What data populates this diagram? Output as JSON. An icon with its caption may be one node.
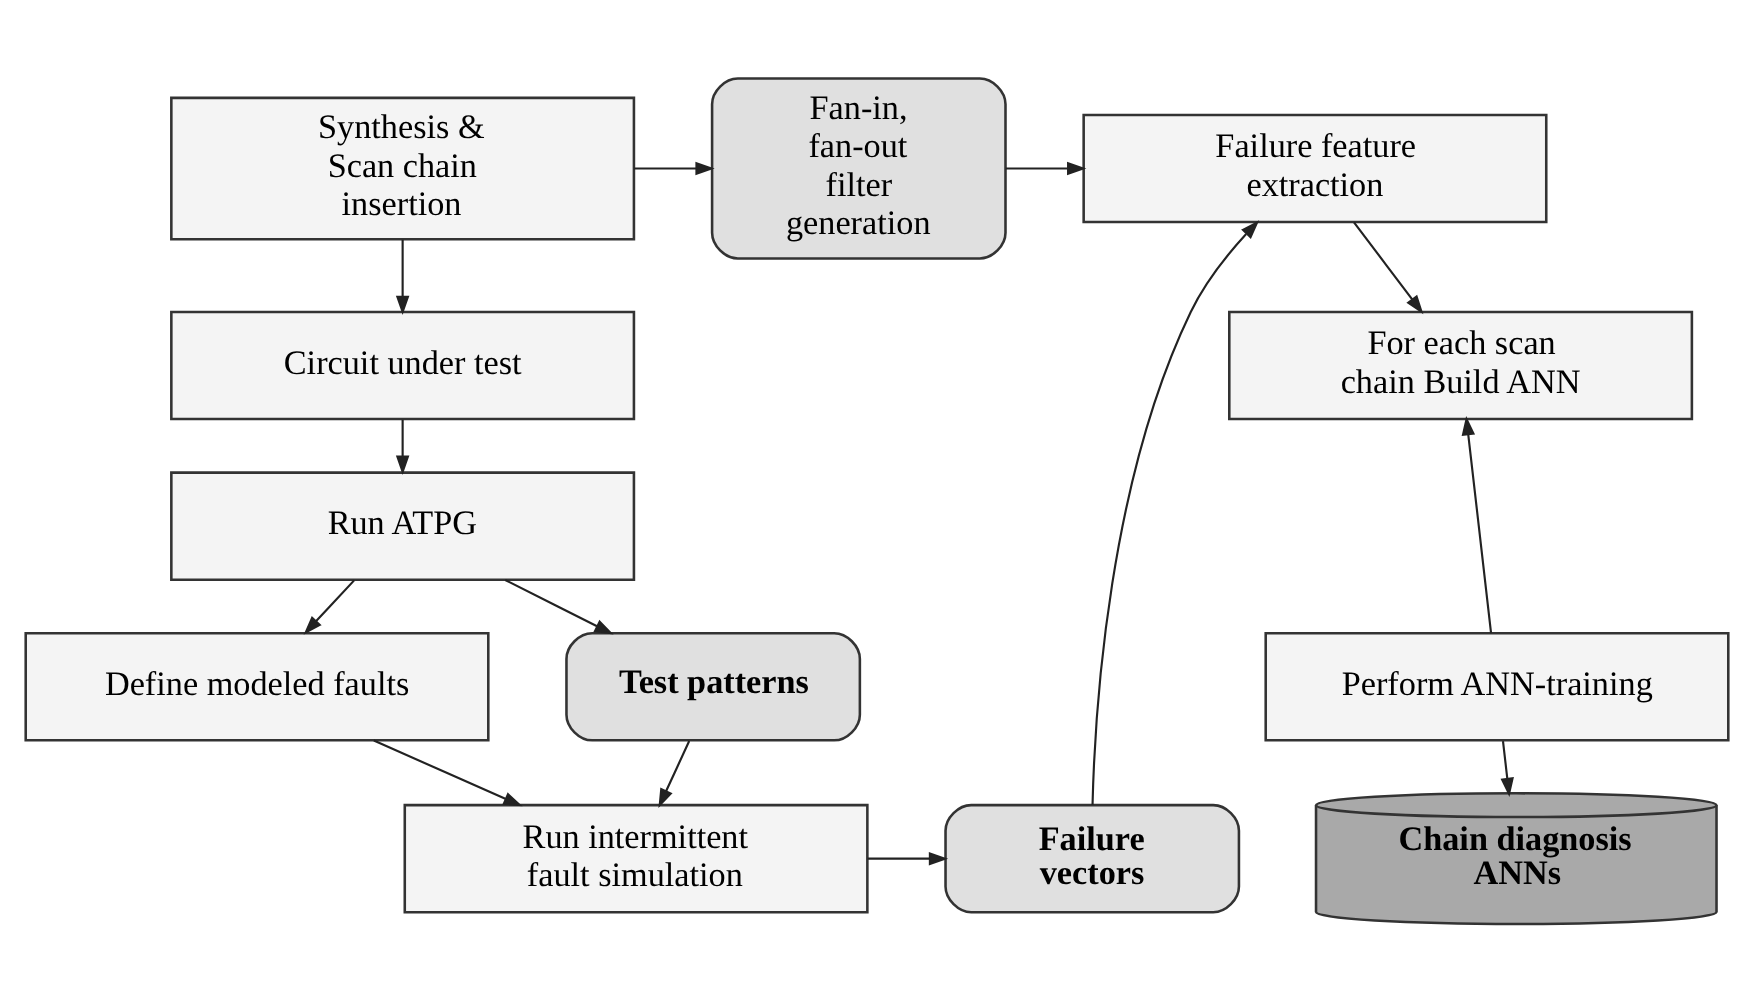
{
  "diagram": {
    "nodes": [
      {
        "text": [
          "Synthesis & Scan chain insertion"
        ]
      },
      {
        "text": [
          "Circuit under test"
        ]
      },
      {
        "text": [
          "Run ATPG"
        ]
      },
      {
        "text": [
          "Define modeled faults"
        ]
      },
      {
        "text": [
          "Run intermittent fault simulation"
        ]
      },
      {
        "text": [
          "Fan-in, fan-out filter generation"
        ]
      },
      {
        "text": [
          "Test patterns"
        ]
      },
      {
        "text": [
          "Failure vectors"
        ]
      },
      {
        "text": [
          "Failure feature extraction"
        ]
      },
      {
        "text": [
          "For each scan chain Build ANN"
        ]
      },
      {
        "text": [
          "Perform ANN-training"
        ]
      },
      {
        "text": [
          "Chain diagnosis ANNs"
        ]
      }
    ],
    "edges": [
      {
        "from": 0,
        "to": 1,
        "arrow": "to"
      },
      {
        "from": 1,
        "to": 2,
        "arrow": "to"
      },
      {
        "from": 2,
        "to": 3,
        "arrow": "to"
      },
      {
        "from": 3,
        "to": 4,
        "arrow": "to"
      },
      {
        "from": 0,
        "to": 5,
        "arrow": "to"
      },
      {
        "from": 5,
        "to": 8,
        "arrow": "to"
      },
      {
        "from": 2,
        "to": 6,
        "arrow": "to"
      },
      {
        "from": 6,
        "to": 4,
        "arrow": "to"
      },
      {
        "from": 4,
        "to": 7,
        "arrow": "to"
      },
      {
        "from": 7,
        "to": 8,
        "arrow": "to"
      },
      {
        "from": 8,
        "to": 9,
        "arrow": "to"
      },
      {
        "from": 10,
        "to": 9,
        "arrow": "to"
      },
      {
        "from": 10,
        "to": 11,
        "arrow": "to"
      }
    ]
  }
}
